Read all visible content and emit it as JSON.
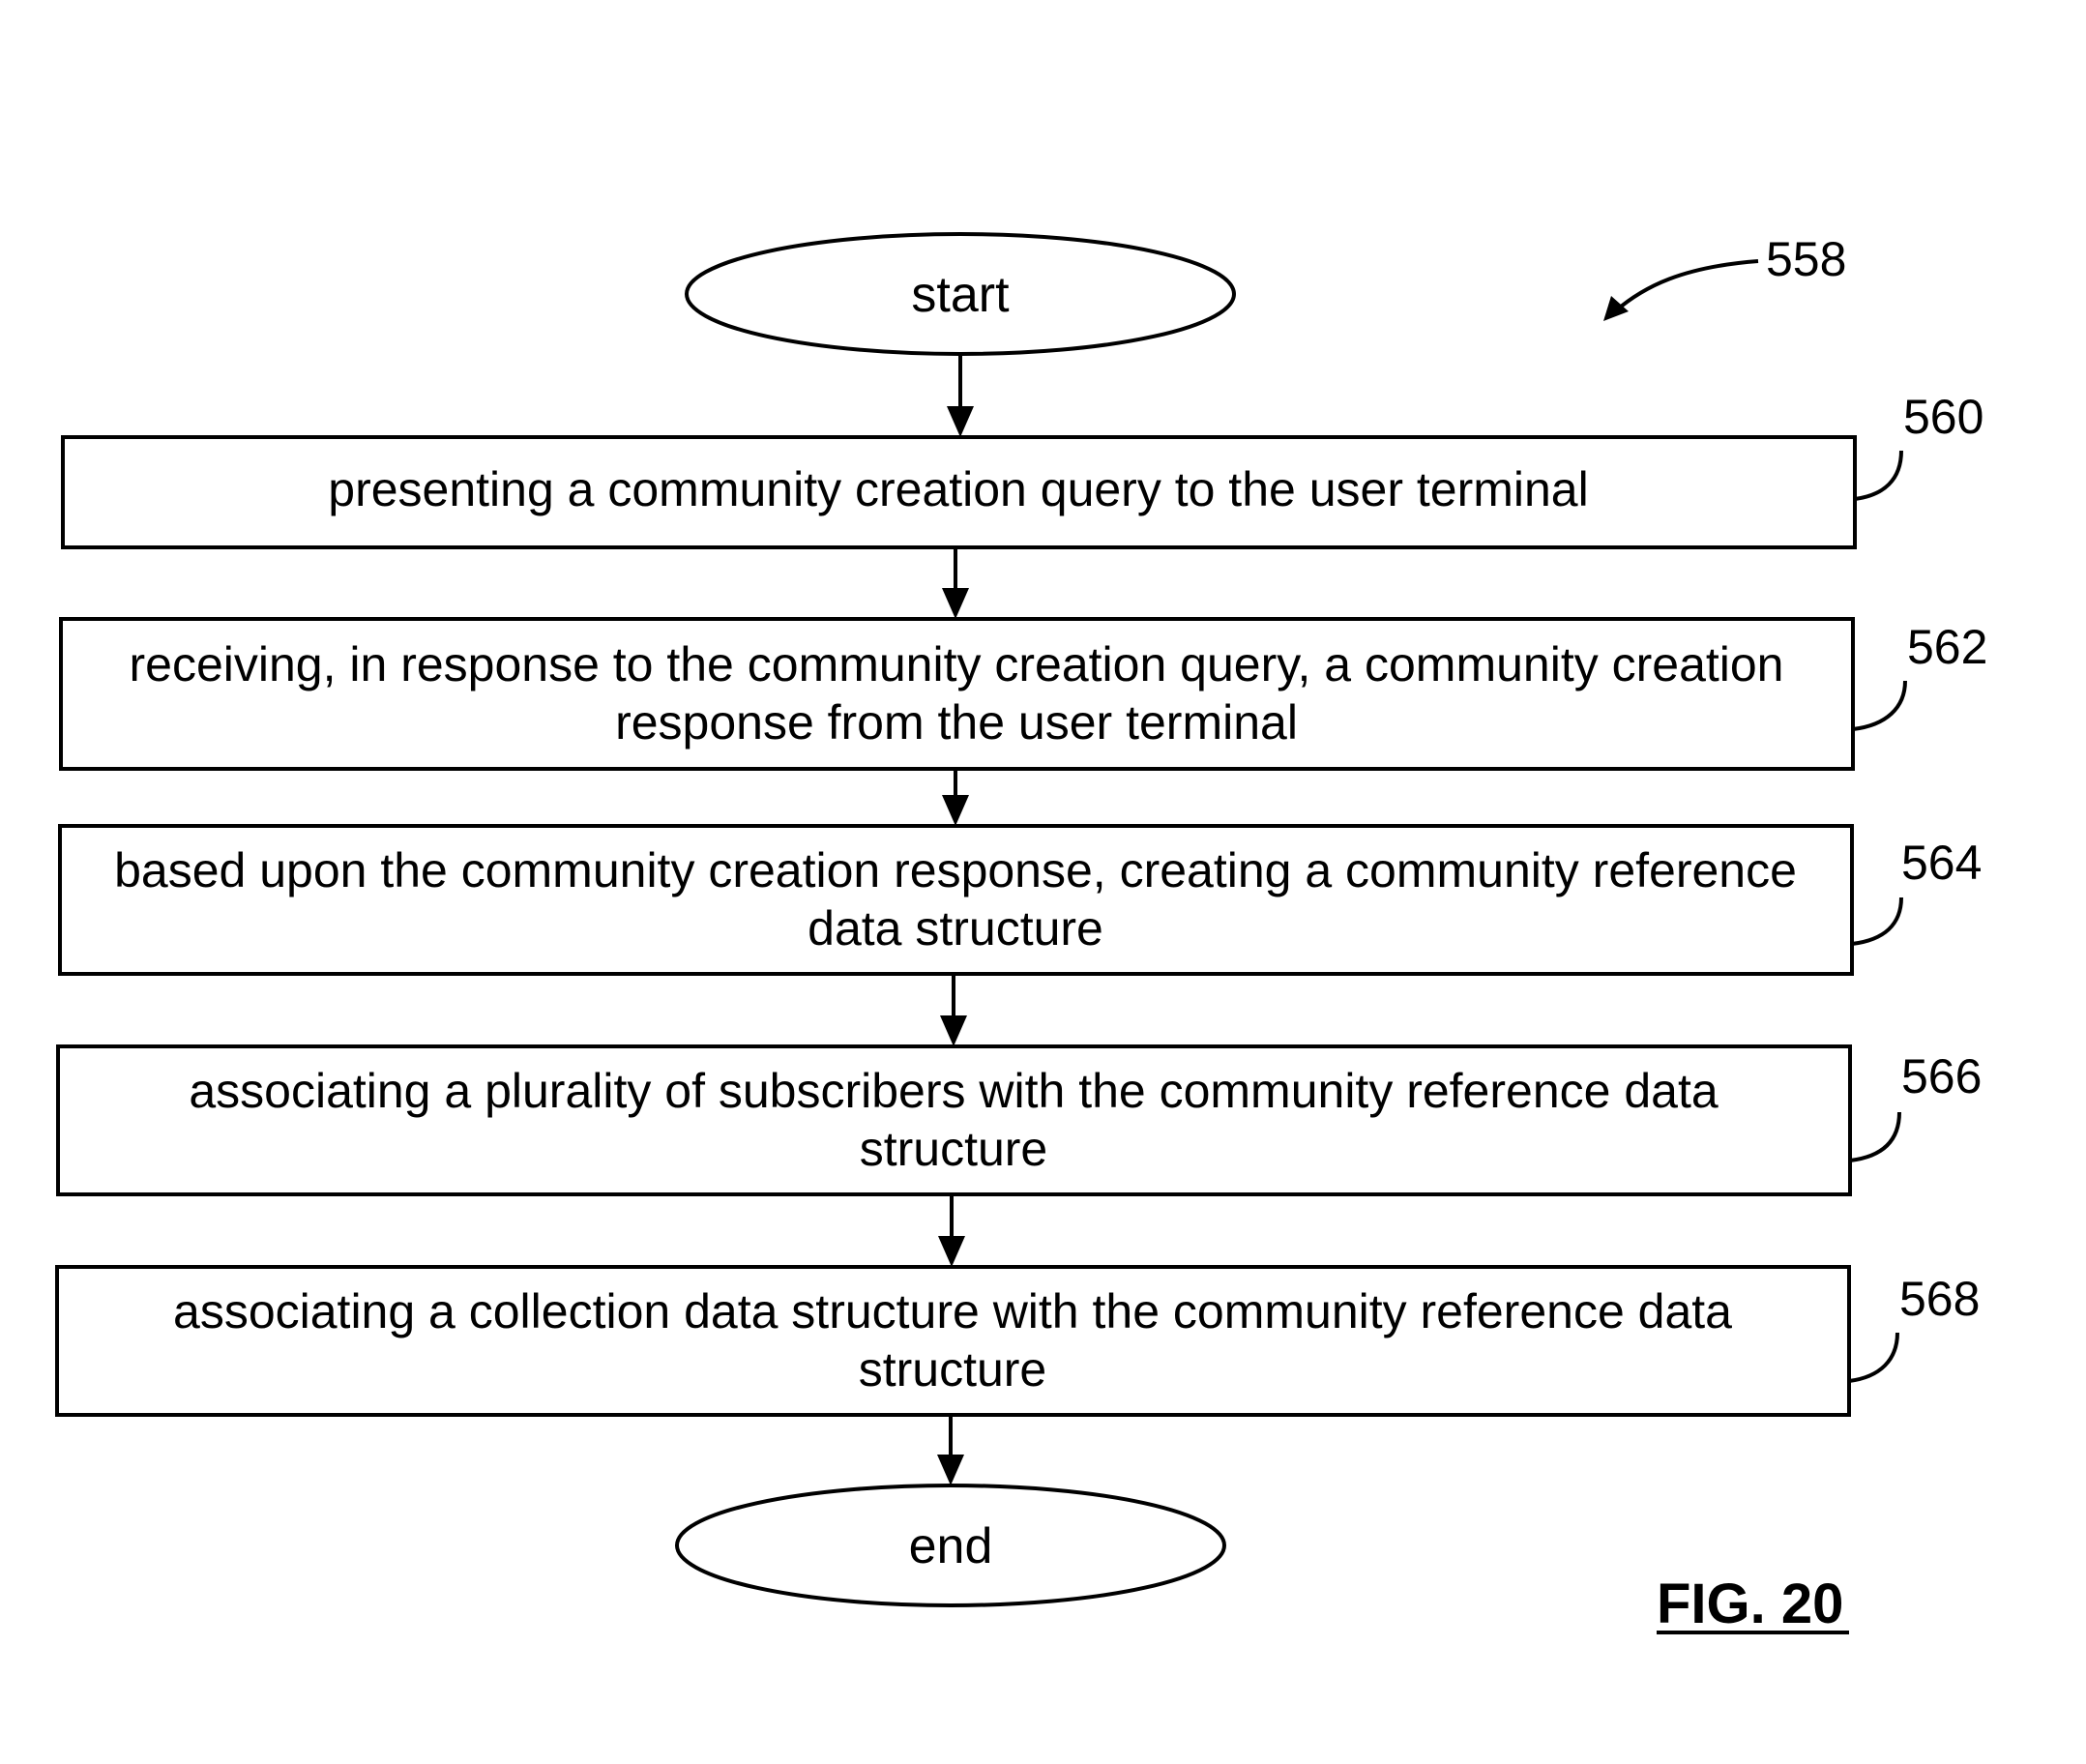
{
  "figure_ref": "558",
  "figure_label": "FIG. 20",
  "start_label": "start",
  "end_label": "end",
  "steps": [
    {
      "ref": "560",
      "lines": [
        "presenting a community creation query to the user terminal"
      ]
    },
    {
      "ref": "562",
      "lines": [
        "receiving, in response to the community creation query, a community creation",
        "response from the user terminal"
      ]
    },
    {
      "ref": "564",
      "lines": [
        "based upon the community creation response, creating a community reference",
        "data structure"
      ]
    },
    {
      "ref": "566",
      "lines": [
        "associating a plurality of subscribers with the community reference data",
        "structure"
      ]
    },
    {
      "ref": "568",
      "lines": [
        "associating a collection data structure with the community reference data",
        "structure"
      ]
    }
  ],
  "colors": {
    "stroke": "#000000",
    "background": "#ffffff"
  }
}
